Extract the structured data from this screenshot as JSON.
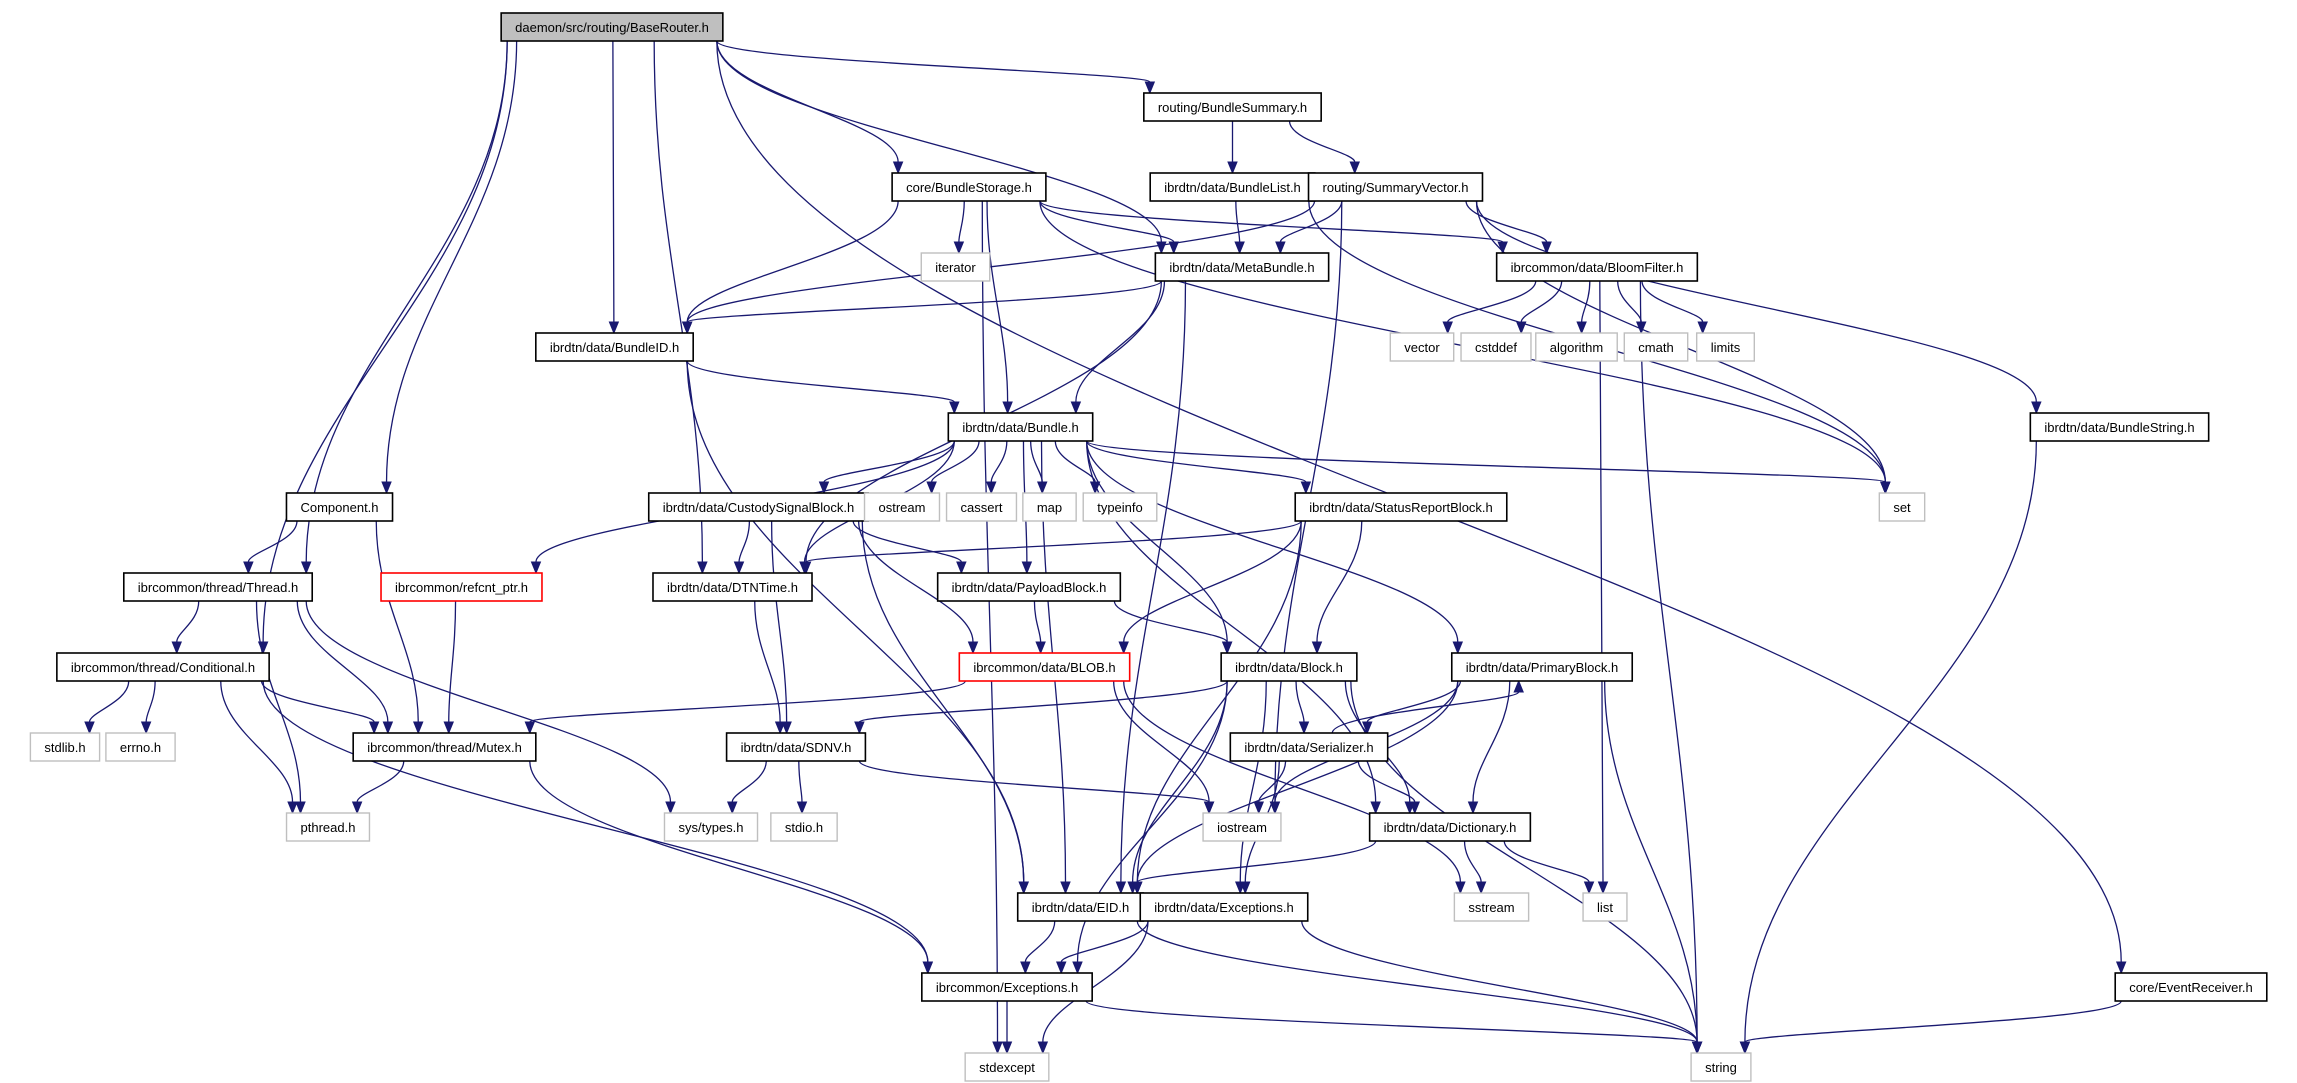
{
  "title": "daemon/src/routing/BaseRouter.h include dependency graph",
  "colors": {
    "edge": "#191970",
    "root_fill": "#bfbfbf",
    "node_border": "#000000",
    "system_border": "#bfbfbf",
    "truncated_border": "#ff0000"
  },
  "nodes": [
    {
      "id": "BaseRouter",
      "label": "daemon/src/routing/BaseRouter.h",
      "kind": "root"
    },
    {
      "id": "BundleSummary",
      "label": "routing/BundleSummary.h",
      "kind": "normal"
    },
    {
      "id": "BundleStorage",
      "label": "core/BundleStorage.h",
      "kind": "normal"
    },
    {
      "id": "BundleList",
      "label": "ibrdtn/data/BundleList.h",
      "kind": "normal"
    },
    {
      "id": "SummaryVector",
      "label": "routing/SummaryVector.h",
      "kind": "normal"
    },
    {
      "id": "iterator",
      "label": "iterator",
      "kind": "system"
    },
    {
      "id": "MetaBundle",
      "label": "ibrdtn/data/MetaBundle.h",
      "kind": "normal"
    },
    {
      "id": "BloomFilter",
      "label": "ibrcommon/data/BloomFilter.h",
      "kind": "normal"
    },
    {
      "id": "BundleID",
      "label": "ibrdtn/data/BundleID.h",
      "kind": "normal"
    },
    {
      "id": "vector",
      "label": "vector",
      "kind": "system"
    },
    {
      "id": "cstddef",
      "label": "cstddef",
      "kind": "system"
    },
    {
      "id": "algorithm",
      "label": "algorithm",
      "kind": "system"
    },
    {
      "id": "cmath",
      "label": "cmath",
      "kind": "system"
    },
    {
      "id": "limits",
      "label": "limits",
      "kind": "system"
    },
    {
      "id": "Bundle",
      "label": "ibrdtn/data/Bundle.h",
      "kind": "normal"
    },
    {
      "id": "BundleString",
      "label": "ibrdtn/data/BundleString.h",
      "kind": "normal"
    },
    {
      "id": "Component",
      "label": "Component.h",
      "kind": "normal"
    },
    {
      "id": "CustodySignalBlock",
      "label": "ibrdtn/data/CustodySignalBlock.h",
      "kind": "normal"
    },
    {
      "id": "ostream",
      "label": "ostream",
      "kind": "system"
    },
    {
      "id": "cassert",
      "label": "cassert",
      "kind": "system"
    },
    {
      "id": "map",
      "label": "map",
      "kind": "system"
    },
    {
      "id": "typeinfo",
      "label": "typeinfo",
      "kind": "system"
    },
    {
      "id": "StatusReportBlock",
      "label": "ibrdtn/data/StatusReportBlock.h",
      "kind": "normal"
    },
    {
      "id": "set",
      "label": "set",
      "kind": "system"
    },
    {
      "id": "Thread",
      "label": "ibrcommon/thread/Thread.h",
      "kind": "normal"
    },
    {
      "id": "refcnt_ptr",
      "label": "ibrcommon/refcnt_ptr.h",
      "kind": "truncated"
    },
    {
      "id": "DTNTime",
      "label": "ibrdtn/data/DTNTime.h",
      "kind": "normal"
    },
    {
      "id": "PayloadBlock",
      "label": "ibrdtn/data/PayloadBlock.h",
      "kind": "normal"
    },
    {
      "id": "Conditional",
      "label": "ibrcommon/thread/Conditional.h",
      "kind": "normal"
    },
    {
      "id": "BLOB",
      "label": "ibrcommon/data/BLOB.h",
      "kind": "truncated"
    },
    {
      "id": "Block",
      "label": "ibrdtn/data/Block.h",
      "kind": "normal"
    },
    {
      "id": "PrimaryBlock",
      "label": "ibrdtn/data/PrimaryBlock.h",
      "kind": "normal"
    },
    {
      "id": "stdlib",
      "label": "stdlib.h",
      "kind": "system"
    },
    {
      "id": "errno",
      "label": "errno.h",
      "kind": "system"
    },
    {
      "id": "Mutex",
      "label": "ibrcommon/thread/Mutex.h",
      "kind": "normal"
    },
    {
      "id": "SDNV",
      "label": "ibrdtn/data/SDNV.h",
      "kind": "normal"
    },
    {
      "id": "Serializer",
      "label": "ibrdtn/data/Serializer.h",
      "kind": "normal"
    },
    {
      "id": "pthread",
      "label": "pthread.h",
      "kind": "system"
    },
    {
      "id": "systypes",
      "label": "sys/types.h",
      "kind": "system"
    },
    {
      "id": "stdio",
      "label": "stdio.h",
      "kind": "system"
    },
    {
      "id": "iostream",
      "label": "iostream",
      "kind": "system"
    },
    {
      "id": "Dictionary",
      "label": "ibrdtn/data/Dictionary.h",
      "kind": "normal"
    },
    {
      "id": "EID",
      "label": "ibrdtn/data/EID.h",
      "kind": "normal"
    },
    {
      "id": "DataExceptions",
      "label": "ibrdtn/data/Exceptions.h",
      "kind": "normal"
    },
    {
      "id": "sstream",
      "label": "sstream",
      "kind": "system"
    },
    {
      "id": "list",
      "label": "list",
      "kind": "system"
    },
    {
      "id": "CommonExceptions",
      "label": "ibrcommon/Exceptions.h",
      "kind": "normal"
    },
    {
      "id": "EventReceiver",
      "label": "core/EventReceiver.h",
      "kind": "normal"
    },
    {
      "id": "stdexcept",
      "label": "stdexcept",
      "kind": "system"
    },
    {
      "id": "string",
      "label": "string",
      "kind": "system"
    }
  ],
  "edges": [
    [
      "BaseRouter",
      "BundleSummary"
    ],
    [
      "BaseRouter",
      "BundleStorage"
    ],
    [
      "BaseRouter",
      "MetaBundle"
    ],
    [
      "BaseRouter",
      "BundleID"
    ],
    [
      "BaseRouter",
      "Component"
    ],
    [
      "BaseRouter",
      "Thread"
    ],
    [
      "BaseRouter",
      "Conditional"
    ],
    [
      "BaseRouter",
      "DTNTime"
    ],
    [
      "BaseRouter",
      "EventReceiver"
    ],
    [
      "BundleSummary",
      "BundleList"
    ],
    [
      "BundleSummary",
      "SummaryVector"
    ],
    [
      "BundleStorage",
      "iterator"
    ],
    [
      "BundleStorage",
      "MetaBundle"
    ],
    [
      "BundleStorage",
      "BundleID"
    ],
    [
      "BundleStorage",
      "Bundle"
    ],
    [
      "BundleStorage",
      "BloomFilter"
    ],
    [
      "BundleStorage",
      "set"
    ],
    [
      "BundleStorage",
      "stdexcept"
    ],
    [
      "BundleList",
      "MetaBundle"
    ],
    [
      "BundleList",
      "set"
    ],
    [
      "SummaryVector",
      "MetaBundle"
    ],
    [
      "SummaryVector",
      "BloomFilter"
    ],
    [
      "SummaryVector",
      "BundleID"
    ],
    [
      "SummaryVector",
      "set"
    ],
    [
      "SummaryVector",
      "BundleString"
    ],
    [
      "SummaryVector",
      "iostream"
    ],
    [
      "MetaBundle",
      "BundleID"
    ],
    [
      "MetaBundle",
      "Bundle"
    ],
    [
      "MetaBundle",
      "DTNTime"
    ],
    [
      "MetaBundle",
      "EID"
    ],
    [
      "BloomFilter",
      "vector"
    ],
    [
      "BloomFilter",
      "cstddef"
    ],
    [
      "BloomFilter",
      "algorithm"
    ],
    [
      "BloomFilter",
      "cmath"
    ],
    [
      "BloomFilter",
      "limits"
    ],
    [
      "BloomFilter",
      "list"
    ],
    [
      "BloomFilter",
      "string"
    ],
    [
      "BundleID",
      "Bundle"
    ],
    [
      "BundleID",
      "EID"
    ],
    [
      "Bundle",
      "CustodySignalBlock"
    ],
    [
      "Bundle",
      "ostream"
    ],
    [
      "Bundle",
      "cassert"
    ],
    [
      "Bundle",
      "map"
    ],
    [
      "Bundle",
      "typeinfo"
    ],
    [
      "Bundle",
      "StatusReportBlock"
    ],
    [
      "Bundle",
      "set"
    ],
    [
      "Bundle",
      "refcnt_ptr"
    ],
    [
      "Bundle",
      "DTNTime"
    ],
    [
      "Bundle",
      "PayloadBlock"
    ],
    [
      "Bundle",
      "Block"
    ],
    [
      "Bundle",
      "PrimaryBlock"
    ],
    [
      "Bundle",
      "Dictionary"
    ],
    [
      "Bundle",
      "EID"
    ],
    [
      "BundleString",
      "string"
    ],
    [
      "Component",
      "Thread"
    ],
    [
      "Component",
      "Mutex"
    ],
    [
      "CustodySignalBlock",
      "DTNTime"
    ],
    [
      "CustodySignalBlock",
      "PayloadBlock"
    ],
    [
      "CustodySignalBlock",
      "BLOB"
    ],
    [
      "CustodySignalBlock",
      "SDNV"
    ],
    [
      "CustodySignalBlock",
      "EID"
    ],
    [
      "StatusReportBlock",
      "DTNTime"
    ],
    [
      "StatusReportBlock",
      "BLOB"
    ],
    [
      "StatusReportBlock",
      "Block"
    ],
    [
      "StatusReportBlock",
      "EID"
    ],
    [
      "Thread",
      "Conditional"
    ],
    [
      "Thread",
      "Mutex"
    ],
    [
      "Thread",
      "pthread"
    ],
    [
      "Thread",
      "systypes"
    ],
    [
      "refcnt_ptr",
      "Mutex"
    ],
    [
      "DTNTime",
      "SDNV"
    ],
    [
      "PayloadBlock",
      "BLOB"
    ],
    [
      "PayloadBlock",
      "Block"
    ],
    [
      "Conditional",
      "stdlib"
    ],
    [
      "Conditional",
      "errno"
    ],
    [
      "Conditional",
      "Mutex"
    ],
    [
      "Conditional",
      "pthread"
    ],
    [
      "Conditional",
      "CommonExceptions"
    ],
    [
      "BLOB",
      "Mutex"
    ],
    [
      "BLOB",
      "iostream"
    ],
    [
      "BLOB",
      "sstream"
    ],
    [
      "Block",
      "SDNV"
    ],
    [
      "Block",
      "Serializer"
    ],
    [
      "Block",
      "Dictionary"
    ],
    [
      "Block",
      "EID"
    ],
    [
      "Block",
      "DataExceptions"
    ],
    [
      "Block",
      "CommonExceptions"
    ],
    [
      "Block",
      "string"
    ],
    [
      "PrimaryBlock",
      "Serializer"
    ],
    [
      "PrimaryBlock",
      "Dictionary"
    ],
    [
      "PrimaryBlock",
      "iostream"
    ],
    [
      "PrimaryBlock",
      "EID"
    ],
    [
      "PrimaryBlock",
      "string"
    ],
    [
      "Serializer",
      "PrimaryBlock"
    ],
    [
      "Serializer",
      "iostream"
    ],
    [
      "Serializer",
      "Dictionary"
    ],
    [
      "Serializer",
      "DataExceptions"
    ],
    [
      "Mutex",
      "pthread"
    ],
    [
      "Mutex",
      "CommonExceptions"
    ],
    [
      "SDNV",
      "systypes"
    ],
    [
      "SDNV",
      "stdio"
    ],
    [
      "SDNV",
      "iostream"
    ],
    [
      "Dictionary",
      "EID"
    ],
    [
      "Dictionary",
      "sstream"
    ],
    [
      "Dictionary",
      "list"
    ],
    [
      "EID",
      "CommonExceptions"
    ],
    [
      "EID",
      "string"
    ],
    [
      "DataExceptions",
      "CommonExceptions"
    ],
    [
      "DataExceptions",
      "stdexcept"
    ],
    [
      "DataExceptions",
      "string"
    ],
    [
      "CommonExceptions",
      "stdexcept"
    ],
    [
      "CommonExceptions",
      "string"
    ],
    [
      "EventReceiver",
      "string"
    ]
  ]
}
